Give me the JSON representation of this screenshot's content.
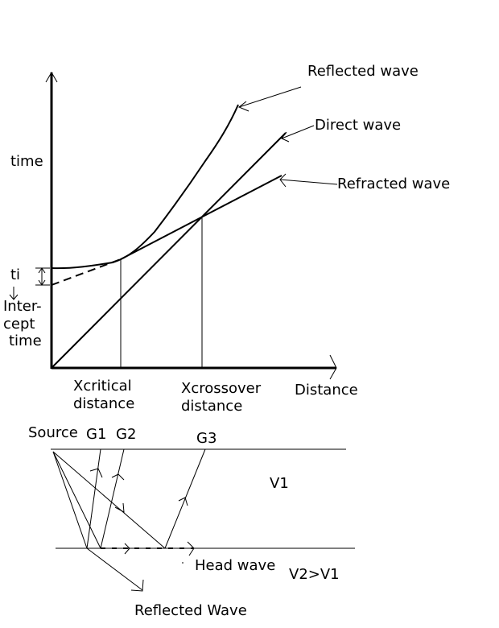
{
  "graph": {
    "y_axis_label": "time",
    "x_axis_label": "Distance",
    "intercept_symbol": "ti",
    "intercept_label_line1": "Inter-",
    "intercept_label_line2": "cept",
    "intercept_label_line3": "time",
    "xcritical_line1": "Xcritical",
    "xcritical_line2": "distance",
    "xcrossover_line1": "Xcrossover",
    "xcrossover_line2": "distance",
    "curve_labels": {
      "reflected": "Reflected wave",
      "direct": "Direct wave",
      "refracted": "Refracted wave"
    }
  },
  "ray_diagram": {
    "source_label": "Source",
    "geophones": [
      "G1",
      "G2",
      "G3"
    ],
    "layer1_velocity": "V1",
    "velocity_relation": "V2>V1",
    "head_wave_label": "Head wave",
    "reflected_wave_label": "Reflected Wave"
  },
  "colors": {
    "ink": "#000000",
    "background": "#ffffff"
  }
}
